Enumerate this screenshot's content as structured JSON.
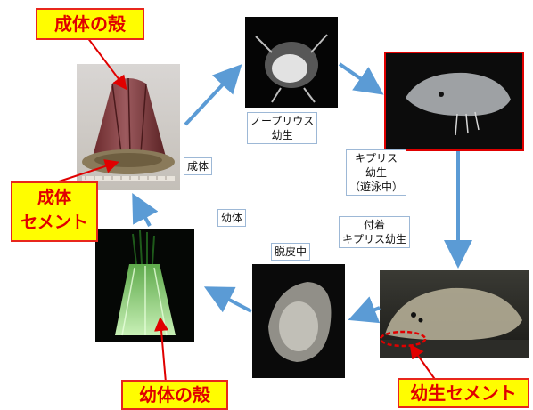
{
  "stages": {
    "adult": "成体",
    "nauplius": "ノープリウス\n幼生",
    "cypris": "キプリス\n幼生\n（遊泳中）",
    "attached_cypris": "付着\nキプリス幼生",
    "molting": "脱皮中",
    "juvenile": "幼体"
  },
  "callouts": {
    "adult_shell": "成体の殻",
    "adult_cement": "成体\nセメント",
    "juvenile_shell": "幼体の殻",
    "larval_cement": "幼生セメント"
  },
  "colors": {
    "cycle_arrow": "#5b9bd5",
    "callout_bg": "#fffd00",
    "callout_text": "#e00000",
    "callout_border": "#e8261c",
    "pointer_red": "#e00000"
  }
}
